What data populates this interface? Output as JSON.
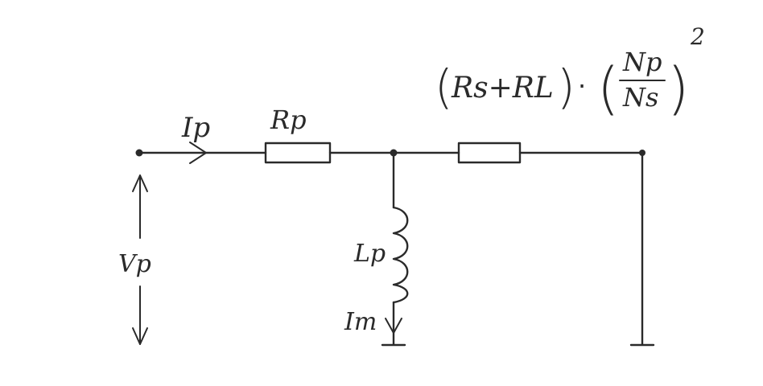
{
  "labels": {
    "source_current": "Ip",
    "series_resistor": "Rp",
    "source_voltage": "Vp",
    "magnetizing_inductance": "Lp",
    "magnetizing_current": "Im"
  },
  "reflected_load": {
    "open_paren": "(",
    "sum": "Rs+RL",
    "close_paren": ")",
    "dot": "·",
    "frac_open": "(",
    "numerator": "Np",
    "denominator": "Ns",
    "frac_close": ")",
    "exponent": "2"
  }
}
